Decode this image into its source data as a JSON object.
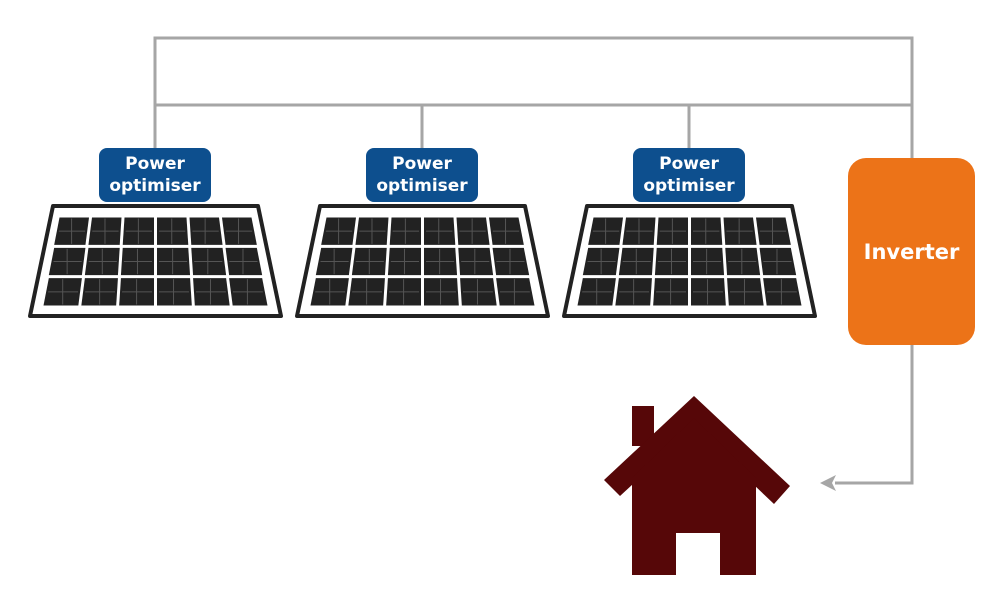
{
  "optimisers": [
    {
      "line1": "Power",
      "line2": "optimiser"
    },
    {
      "line1": "Power",
      "line2": "optimiser"
    },
    {
      "line1": "Power",
      "line2": "optimiser"
    }
  ],
  "inverter": {
    "label": "Inverter"
  },
  "colors": {
    "wire": "#a6a6a6",
    "optimiser": "#0d4f8e",
    "inverter": "#ec7318",
    "panel_cell": "#222222",
    "house": "#560708"
  },
  "icons": [
    "solar-panel-icon",
    "house-icon",
    "arrow-left-icon"
  ]
}
